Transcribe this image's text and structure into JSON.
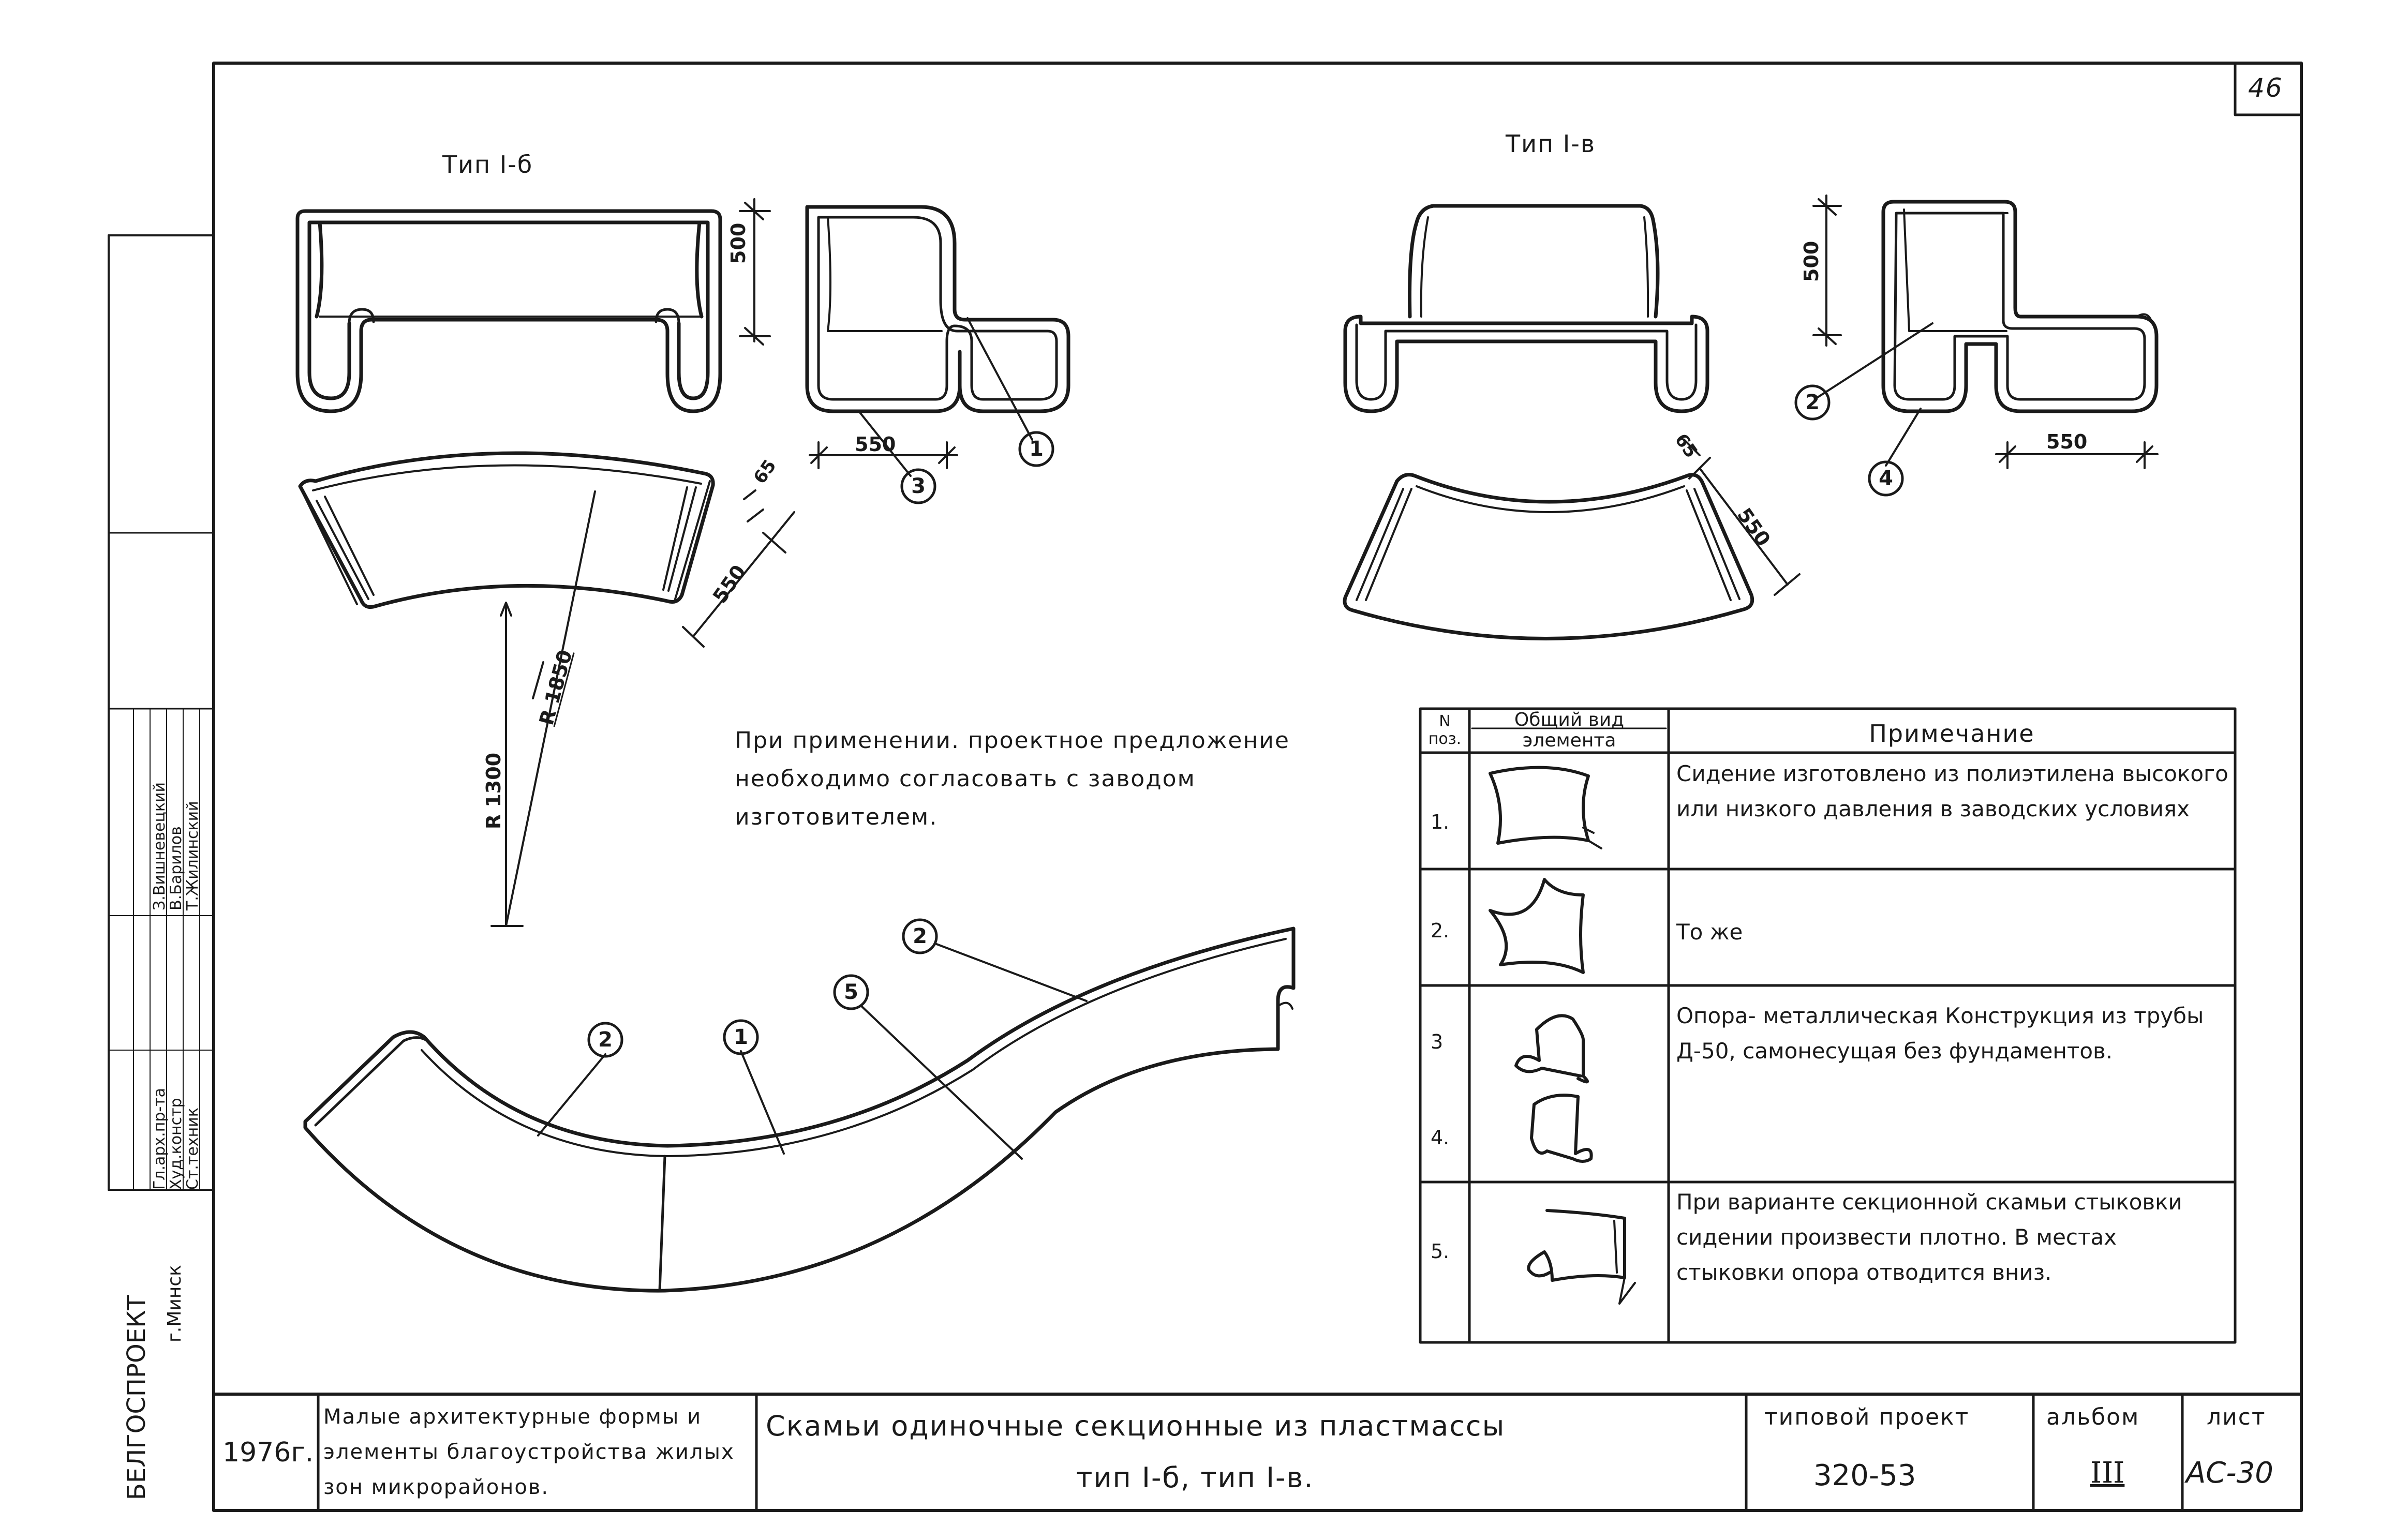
{
  "sheet_number": "46",
  "views": {
    "type_b_title": "Тип I-б",
    "type_v_title": "Тип I-в"
  },
  "dimensions": {
    "b_height": "500",
    "b_depth": "550",
    "b_plan_width": "550",
    "b_plan_offset": "65",
    "r_inner": "R 1300",
    "r_outer": "R 1850",
    "v_height": "500",
    "v_depth": "550",
    "v_plan_width": "550",
    "v_plan_offset": "65"
  },
  "callouts": {
    "c1_top": "1",
    "c3_top": "3",
    "c2_top": "2",
    "c4_top": "4",
    "c2_plan_right": "2",
    "c5_plan": "5",
    "c1_plan": "1",
    "c2_plan_left": "2"
  },
  "note": "При применении. проектное предложение необходимо согласовать с заводом изготовителем.",
  "spec_table": {
    "headers": {
      "num": "N поз.",
      "view": "Общий вид элемента",
      "remark": "Примечание"
    },
    "rows": [
      {
        "pos": "1.",
        "text": "Сидение изготовлено из полиэтилена высокого или низкого давления в заводских условиях"
      },
      {
        "pos": "2.",
        "text": "То же"
      },
      {
        "pos": "3",
        "pos2": "4.",
        "text": "Опора- металлическая Конструкция из трубы Д-50, самонесущая без фундаментов."
      },
      {
        "pos": "5.",
        "text": "При варианте секционной скамьи стыковки сидении произвести плотно. В местах стыковки опора отводится вниз."
      }
    ]
  },
  "side_stamp": {
    "rows": [
      {
        "role": "Гл.арх.пр-та",
        "name": "З.Вишневецкий"
      },
      {
        "role": "Худ.констр",
        "name": "В.Барилов"
      },
      {
        "role": "Ст.техник",
        "name": "Т.Жилинский"
      }
    ],
    "org": "БЕЛГОСПРОЕКТ",
    "city": "г.Минск"
  },
  "title_block": {
    "year": "1976г.",
    "series": "Малые архитектурные формы и элементы благоустройства жилых зон микрорайонов.",
    "title_line1": "Скамьи одиночные секционные из пластмассы",
    "title_line2": "тип I-б, тип I-в.",
    "project_label": "типовой проект",
    "project_value": "320-53",
    "album_label": "альбом",
    "album_value": "III",
    "sheet_label": "лист",
    "sheet_value": "АС-30"
  }
}
